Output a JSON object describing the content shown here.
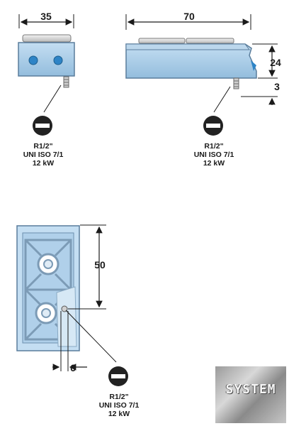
{
  "dimensions": {
    "top_width_small": "35",
    "top_width_large": "70",
    "height": "24",
    "foot_height": "3",
    "depth": "50",
    "gas_offset": "6"
  },
  "gas_connections": [
    {
      "thread": "R1/2\"",
      "standard": "UNI ISO 7/1",
      "power": "12 kW"
    },
    {
      "thread": "R1/2\"",
      "standard": "UNI ISO 7/1",
      "power": "12 kW"
    },
    {
      "thread": "R1/2\"",
      "standard": "UNI ISO 7/1",
      "power": "12 kW"
    }
  ],
  "logo": {
    "text": "SYSTEM",
    "colors": {
      "steel_light": "#d8d8d8",
      "steel_dark": "#8a8a8a"
    }
  },
  "colors": {
    "appliance_blue": "#a9cde8",
    "appliance_outline": "#5a7d9c",
    "knob": "#2e84c6",
    "line": "#1a1a1a"
  }
}
